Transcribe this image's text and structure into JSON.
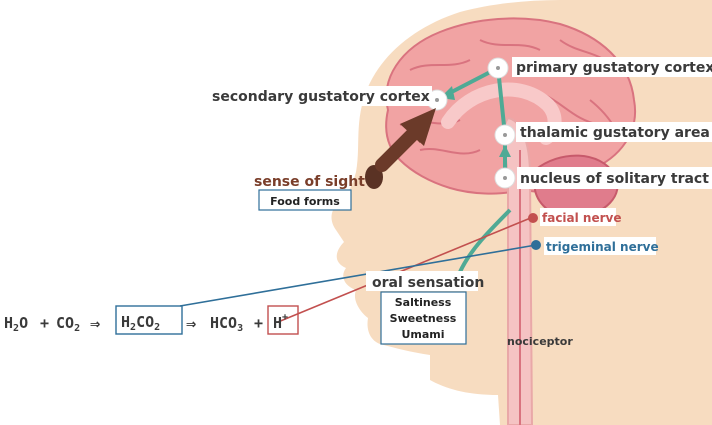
{
  "labels": {
    "primary": "primary gustatory cortex",
    "secondary": "secondary gustatory cortex",
    "thalamic": "thalamic gustatory area",
    "nucleus": "nucleus of solitary tract",
    "sight": "sense of sight",
    "food_forms": "Food forms",
    "facial": "facial nerve",
    "trigeminal": "trigeminal nerve",
    "oral": "oral sensation",
    "tastes": [
      "Saltiness",
      "Sweetness",
      "Umami"
    ],
    "nociceptor": "nociceptor"
  },
  "equation": {
    "h2o": "H",
    "h2o_sub": "2",
    "h2o_tail": "O",
    "plus1": "+",
    "co2": "CO",
    "co2_sub": "2",
    "arrow1": "⇒",
    "h2co3_h": "H",
    "h2co3_sub1": "2",
    "h2co3_co": "CO",
    "h2co3_sub2": "2",
    "arrow2": "⇒",
    "hco3": "HCO",
    "hco3_sub": "3",
    "plus2": "+",
    "hplus": "H",
    "hplus_sup": "+"
  },
  "colors": {
    "skin": "#f7dcc0",
    "brain": "#f1a3a3",
    "brain_dark": "#d9737f",
    "green": "#4faa95",
    "arrow_brown": "#6b3a29",
    "facial": "#c2504f",
    "trigeminal": "#2f6f99"
  }
}
